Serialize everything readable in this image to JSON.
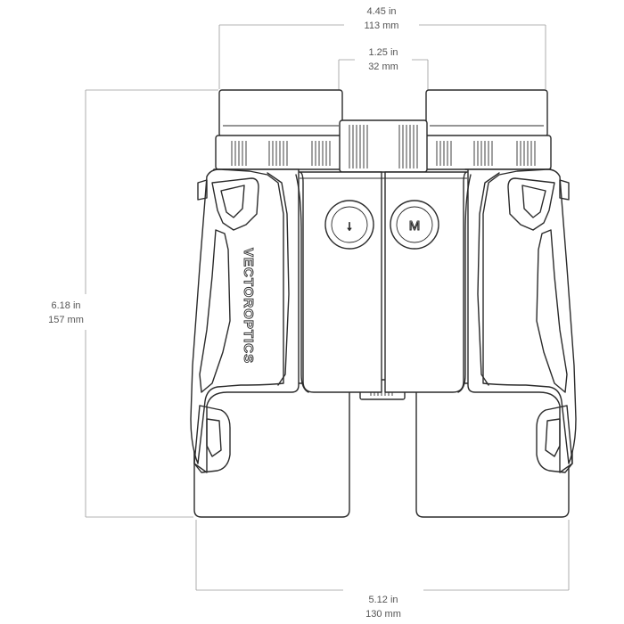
{
  "dimensions": {
    "overall_width_top": {
      "in": "4.45 in",
      "mm": "113 mm"
    },
    "focus_wheel_width": {
      "in": "1.25 in",
      "mm": "32 mm"
    },
    "height": {
      "in": "6.18 in",
      "mm": "157 mm"
    },
    "body_width_bottom": {
      "in": "5.12 in",
      "mm": "130 mm"
    }
  },
  "brand": {
    "logo_text": "VECTOROPTICS"
  },
  "buttons": {
    "left_glyph": "↓",
    "right_glyph": "M"
  },
  "colors": {
    "line": "#2b2b2b",
    "dimension": "#9a9a9a",
    "background": "#ffffff"
  }
}
